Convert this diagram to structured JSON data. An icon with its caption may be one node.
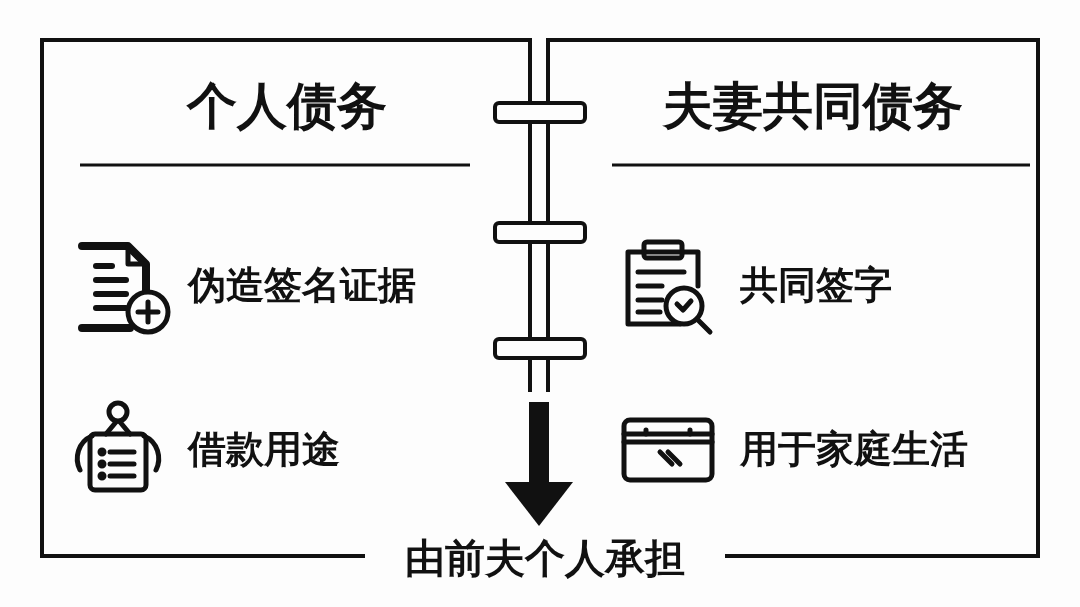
{
  "diagram": {
    "nodes": [
      {
        "text": [
          "个人债务",
          "伪造签名证据",
          "借款用途"
        ]
      },
      {
        "text": [
          "夫妻共同债务",
          "共同签字",
          "用于家庭生活"
        ]
      },
      {
        "text": [
          "由前夫个人承担"
        ]
      },
      {
        "text": [],
        "shape": "ladder"
      }
    ],
    "edges": [
      {
        "from": 3,
        "to": 2,
        "arrow": "to"
      }
    ]
  }
}
